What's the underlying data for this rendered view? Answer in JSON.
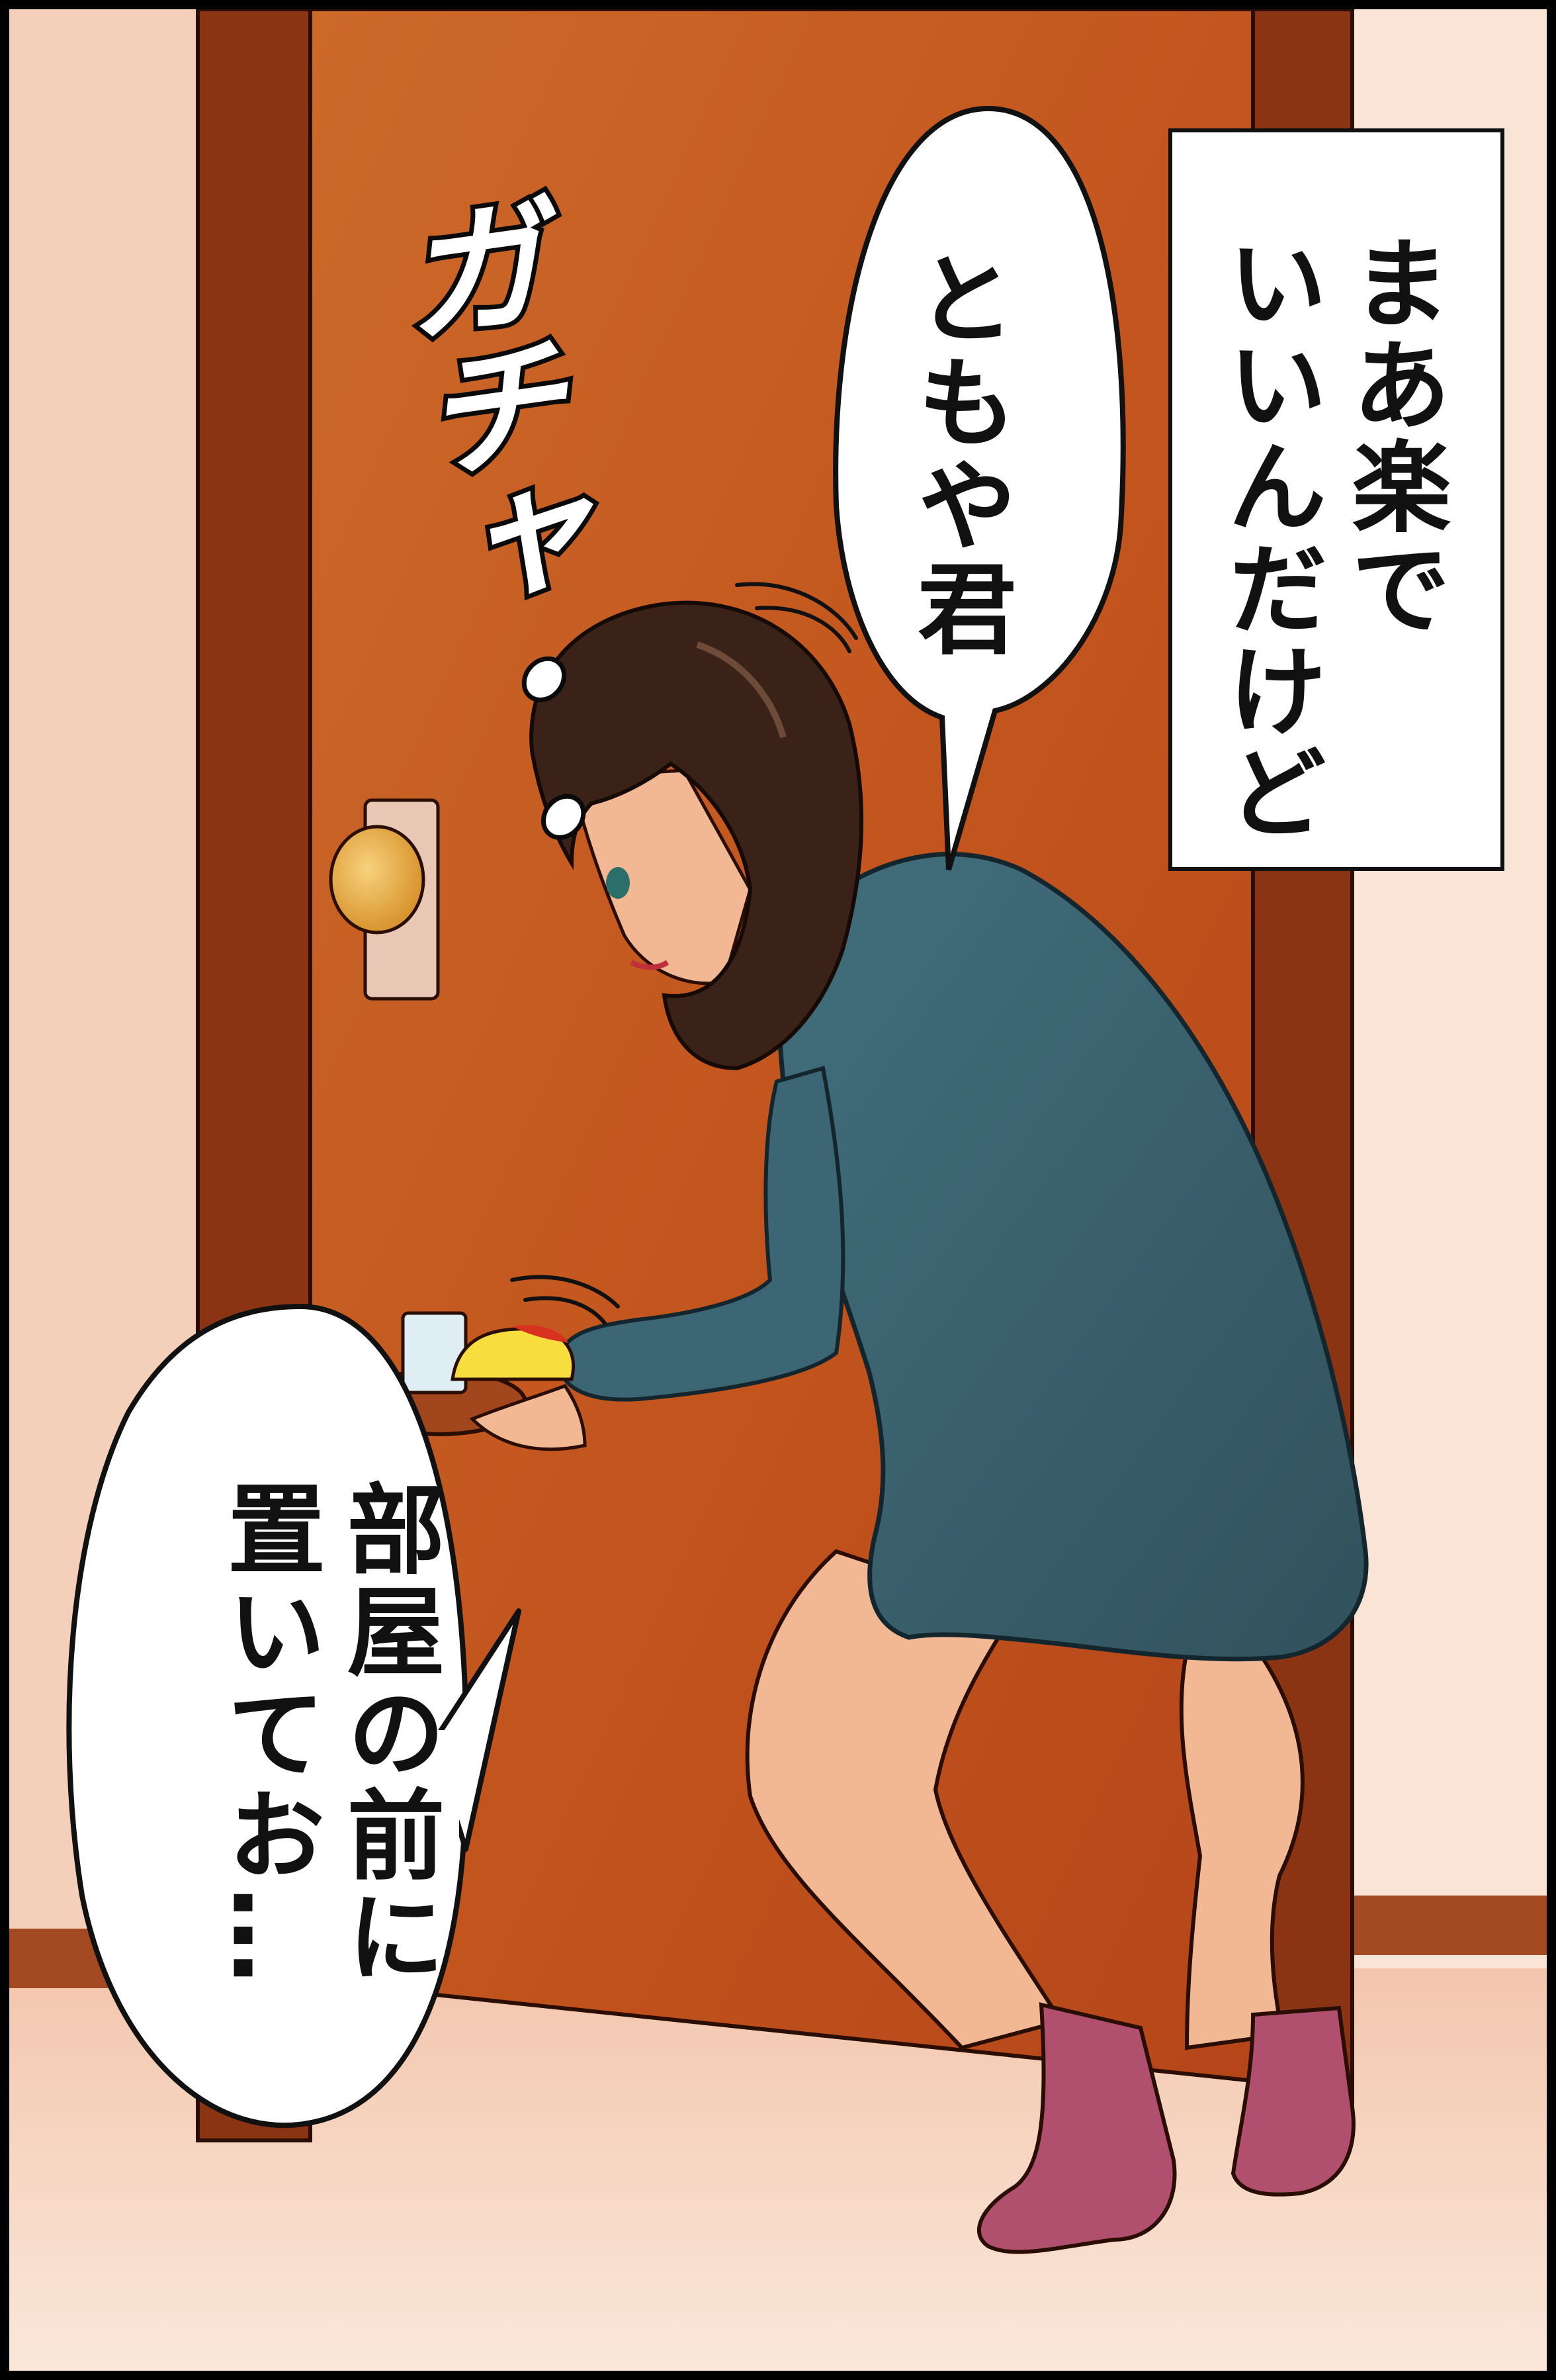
{
  "caption": {
    "lines": [
      "まあ楽で",
      "いいんだけど"
    ]
  },
  "speech_bubbles": [
    {
      "lines": [
        "ともや君"
      ]
    },
    {
      "lines": [
        "部屋の前に",
        "置いてお…"
      ]
    }
  ],
  "sound_effect": "ガチャ・・",
  "colors": {
    "door": "#c0531e",
    "door_frame": "#7a2e12",
    "wall": "#f6d9c6",
    "floor": "#f8e3d3",
    "hoodie": "#3a6270",
    "hair": "#3a2218",
    "skin": "#f2b894",
    "socks": "#b0506e",
    "knob": "#e7ac46"
  }
}
